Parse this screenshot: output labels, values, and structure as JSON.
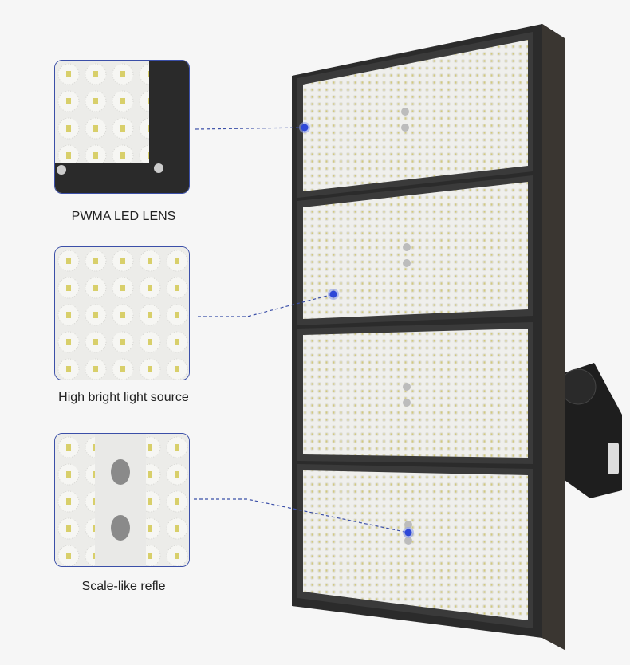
{
  "features": [
    {
      "label": "PWMA LED LENS"
    },
    {
      "label": "High bright light source"
    },
    {
      "label": "Scale-like refle"
    }
  ],
  "colors": {
    "accent": "#3b4fa8",
    "marker": "#2e48d8",
    "frame": "#2b2b2b",
    "led_panel": "#ececea",
    "led_chip": "#d8cf7a"
  }
}
